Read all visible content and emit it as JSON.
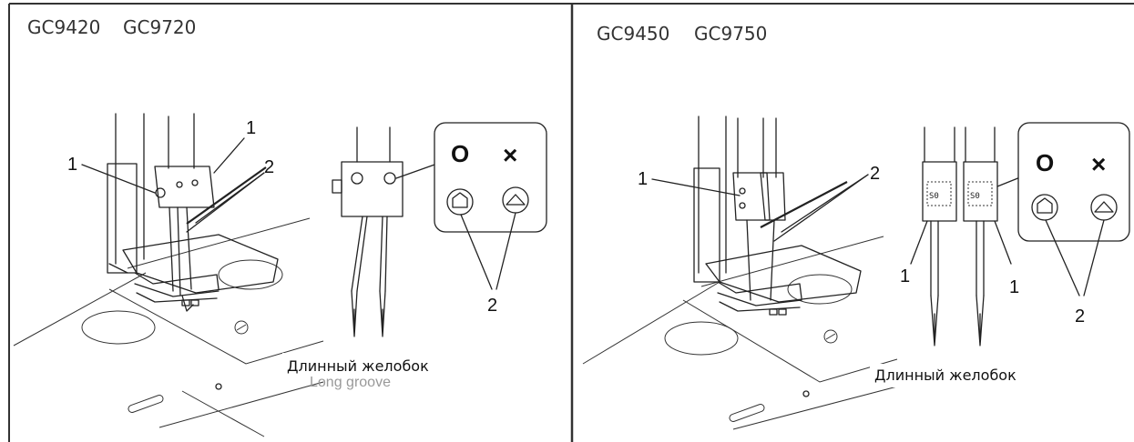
{
  "left_panel": {
    "models": [
      "GC9420",
      "GC9720"
    ],
    "callouts": {
      "guide": "1",
      "screw": "1",
      "needles": "2",
      "hole_marks": "2"
    },
    "ok_mark": "O",
    "ng_mark": "×",
    "caption": "Длинный желобок",
    "ghost_caption": "Long groove"
  },
  "right_panel": {
    "models": [
      "GC9450",
      "GC9750"
    ],
    "callouts": {
      "guide": "1",
      "needles": "2",
      "left_clamp": "1",
      "right_clamp": "1",
      "hole_marks": "2"
    },
    "ok_mark": "O",
    "ng_mark": "×",
    "caption": "Длинный желобок"
  }
}
